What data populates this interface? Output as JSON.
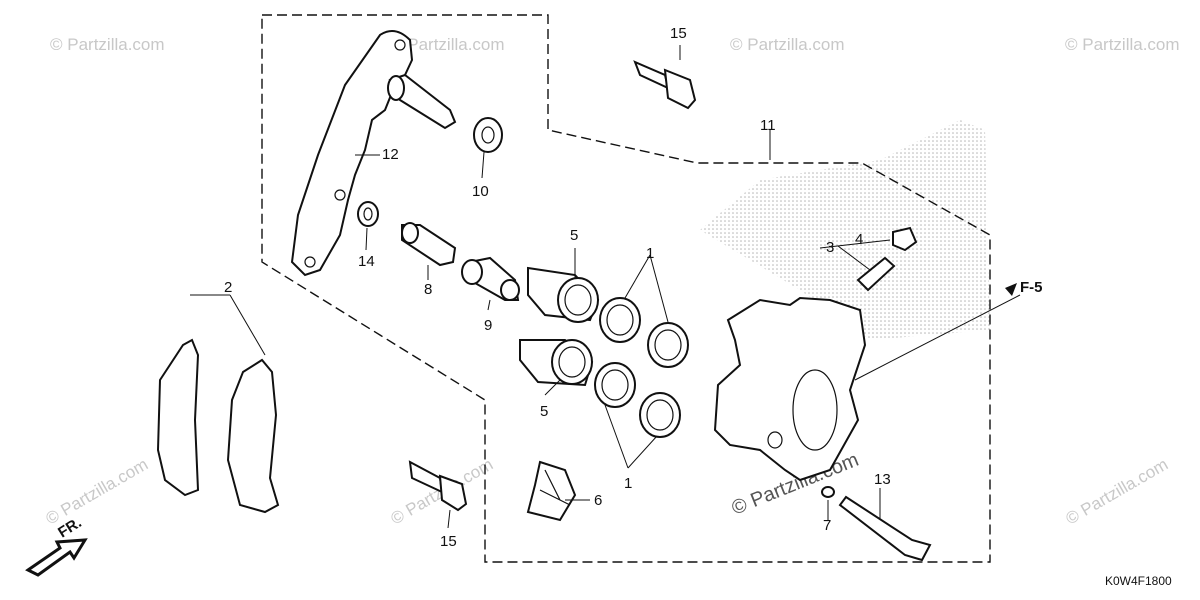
{
  "watermark": {
    "text": "© Partzilla.com",
    "positions": [
      {
        "id": "tl"
      },
      {
        "id": "tm"
      },
      {
        "id": "tr1"
      },
      {
        "id": "tr2"
      },
      {
        "id": "bl"
      },
      {
        "id": "bm"
      },
      {
        "id": "br"
      }
    ]
  },
  "callouts": {
    "c1a": "1",
    "c1b": "1",
    "c2": "2",
    "c3": "3",
    "c4": "4",
    "c5a": "5",
    "c5b": "5",
    "c6": "6",
    "c7": "7",
    "c8": "8",
    "c9": "9",
    "c10": "10",
    "c11": "11",
    "c12": "12",
    "c13": "13",
    "c14": "14",
    "c15a": "15",
    "c15b": "15"
  },
  "reference": "F-5",
  "direction_label": "FR.",
  "diagram_code": "K0W4F1800"
}
